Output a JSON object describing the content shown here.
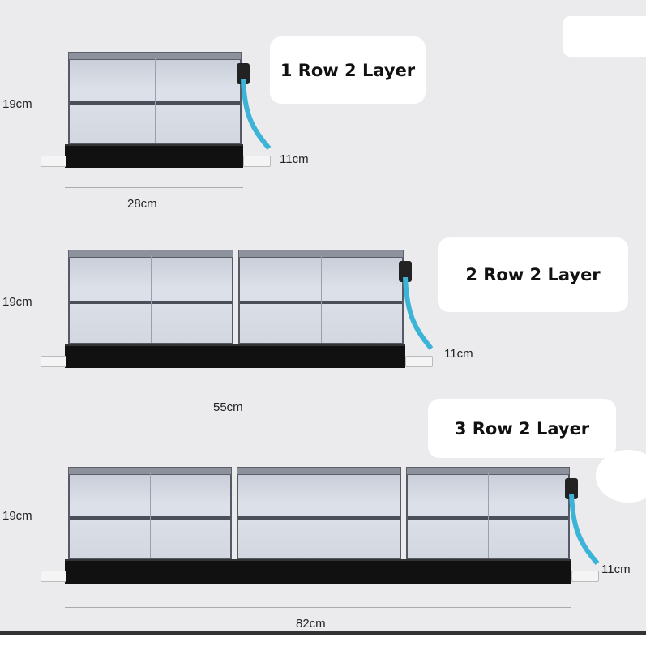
{
  "products": [
    {
      "label": "1 Row 2 Layer",
      "modules": 1,
      "height": "19cm",
      "depth": "11cm",
      "width": "28cm"
    },
    {
      "label": "2 Row 2 Layer",
      "modules": 2,
      "height": "19cm",
      "depth": "11cm",
      "width": "55cm"
    },
    {
      "label": "3 Row 2 Layer",
      "modules": 3,
      "height": "19cm",
      "depth": "11cm",
      "width": "82cm"
    }
  ],
  "colors": {
    "background": "#ebebed",
    "base": "#111111",
    "hose": "#3bb4d8",
    "label_box": "#ffffff"
  }
}
